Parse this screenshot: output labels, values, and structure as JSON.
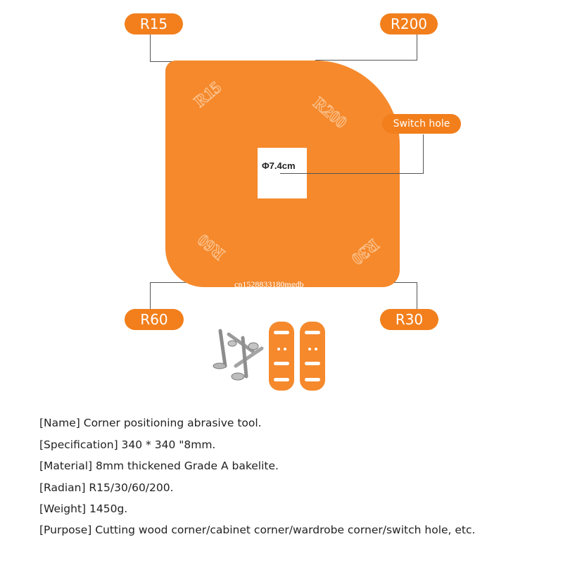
{
  "callouts": {
    "r15": "R15",
    "r200": "R200",
    "switch_hole": "Switch hole",
    "r60": "R60",
    "r30": "R30"
  },
  "board": {
    "engraved_r15": "R15",
    "engraved_r200": "R200",
    "engraved_r60": "R60",
    "engraved_r30": "R30",
    "hole_diameter": "Φ7.4cm",
    "watermark": "cn1528833180mgdb"
  },
  "specs": [
    "[Name] Corner positioning abrasive tool.",
    "[Specification] 340 * 340 \"8mm.",
    "[Material] 8mm thickened Grade A bakelite.",
    "[Radian] R15/30/60/200.",
    "[Weight] 1450g.",
    "[Purpose] Cutting wood corner/cabinet corner/wardrobe corner/switch hole, etc."
  ],
  "colors": {
    "accent": "#f27f1c",
    "board": "#f5892c"
  }
}
